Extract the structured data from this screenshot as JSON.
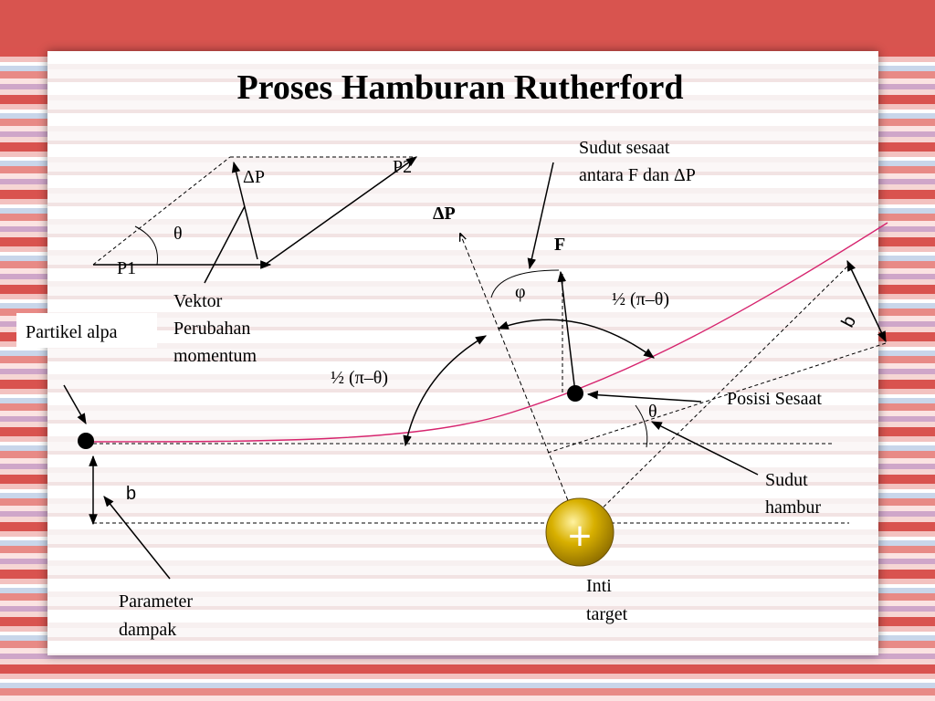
{
  "slide": {
    "title": "Proses  Hamburan Rutherford"
  },
  "labels": {
    "delta_p_small": "ΔP",
    "p2": "P2",
    "theta_small": "θ",
    "p1": "P1",
    "vektor_line1": "Vektor",
    "vektor_line2": "Perubahan",
    "vektor_line3": "momentum",
    "partikel_alpa": "Partikel  alpa",
    "sudut_sesaat_line1": "Sudut sesaat",
    "sudut_sesaat_line2": "antara F dan ΔP",
    "delta_p_main": "ΔP",
    "force": "F",
    "phi": "φ",
    "half_angle_right": "½ (π–θ)",
    "half_angle_left": "½ (π–θ)",
    "b_right": "b",
    "posisi_sesaat": "Posisi Sesaat",
    "theta_main": "θ",
    "sudut_hambur_line1": "Sudut",
    "sudut_hambur_line2": "hambur",
    "b_left": "b",
    "target_symbol": "+",
    "inti_line1": "Inti",
    "inti_line2": "target",
    "parameter_line1": "Parameter",
    "parameter_line2": "dampak"
  },
  "colors": {
    "trajectory": "#d6246e",
    "nucleus": "#c9a100",
    "stripe_red": "#d9534f"
  }
}
